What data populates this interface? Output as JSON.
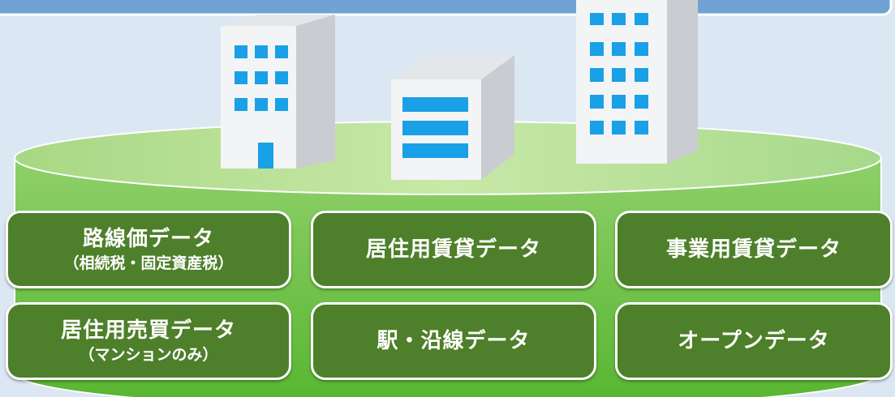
{
  "colors": {
    "background": "#dbe7f3",
    "banner": "#6fa3d6",
    "platform_top": "#b7df90",
    "platform_side": "#6cc040",
    "tile_fill": "#4e7f2a",
    "tile_border": "#ffffff",
    "building_face": "#f2f4f6",
    "building_side": "#c9cdd2",
    "window": "#1aa0e6"
  },
  "icons": [
    "office-building-left",
    "low-building-center",
    "tower-building-right"
  ],
  "tiles": [
    {
      "main": "路線価データ",
      "sub": "（相続税・固定資産税）"
    },
    {
      "main": "居住用賃貸データ",
      "sub": ""
    },
    {
      "main": "事業用賃貸データ",
      "sub": ""
    },
    {
      "main": "居住用売買データ",
      "sub": "（マンションのみ）"
    },
    {
      "main": "駅・沿線データ",
      "sub": ""
    },
    {
      "main": "オープンデータ",
      "sub": ""
    }
  ]
}
